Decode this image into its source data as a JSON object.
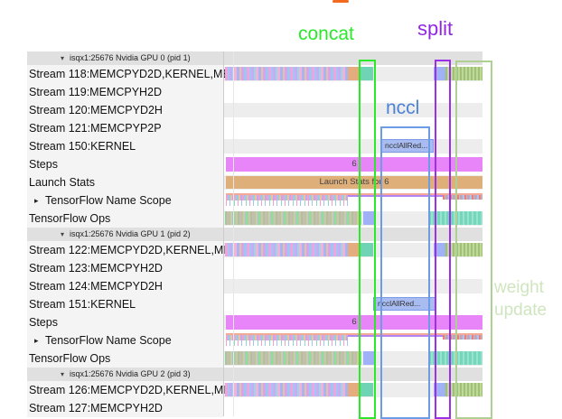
{
  "annotations": {
    "concat": {
      "label": "concat",
      "color": "#2be82b",
      "box_color": "#2be82b"
    },
    "split": {
      "label": "split",
      "color": "#9127e3",
      "box_color": "#9b30e8"
    },
    "nccl": {
      "label": "nccl",
      "color": "#4d82d6",
      "box_color": "#6d9ce6"
    },
    "weight_update": {
      "label": "weight update",
      "color": "#cfe5bf",
      "box_color": "#aed092"
    }
  },
  "icons": {
    "collapse": "▾",
    "expand": "▸"
  },
  "palette": {
    "steps_bar": "#e885f8",
    "launch_bar": "#dfaf7a",
    "nccl_event_fill": "#a8bcf2",
    "header_bg": "#e0e0e0"
  },
  "sections": [
    {
      "header": "isqx1:25676 Nvidia GPU 0 (pid 1)",
      "rows": [
        {
          "label": "Stream 118:MEMCPYD2D,KERNEL,ME",
          "type": "busy"
        },
        {
          "label": "Stream 119:MEMCPYH2D",
          "type": "empty"
        },
        {
          "label": "Stream 120:MEMCPYD2H",
          "type": "empty"
        },
        {
          "label": "Stream 121:MEMCPYP2P",
          "type": "empty"
        },
        {
          "label": "Stream 150:KERNEL",
          "type": "kernel",
          "bar_label": "ncclAllRed..."
        },
        {
          "label": "Steps",
          "type": "steps",
          "bar_label": "6"
        },
        {
          "label": "Launch Stats",
          "type": "launch",
          "bar_label": "Launch Stats for 6"
        },
        {
          "label": "TensorFlow Name Scope",
          "type": "namescope",
          "expandable": true
        },
        {
          "label": "TensorFlow Ops",
          "type": "ops"
        }
      ]
    },
    {
      "header": "isqx1:25676 Nvidia GPU 1 (pid 2)",
      "rows": [
        {
          "label": "Stream 122:MEMCPYD2D,KERNEL,MI",
          "type": "busy"
        },
        {
          "label": "Stream 123:MEMCPYH2D",
          "type": "empty"
        },
        {
          "label": "Stream 124:MEMCPYD2H",
          "type": "empty"
        },
        {
          "label": "Stream 151:KERNEL",
          "type": "kernel",
          "bar_label": "ncclAllRed..."
        },
        {
          "label": "Steps",
          "type": "steps",
          "bar_label": "6"
        },
        {
          "label": "TensorFlow Name Scope",
          "type": "namescope",
          "expandable": true
        },
        {
          "label": "TensorFlow Ops",
          "type": "ops"
        }
      ]
    },
    {
      "header": "isqx1:25676 Nvidia GPU 2 (pid 3)",
      "rows": [
        {
          "label": "Stream 126:MEMCPYD2D,KERNEL,MI",
          "type": "busy"
        },
        {
          "label": "Stream 127:MEMCPYH2D",
          "type": "empty"
        }
      ]
    }
  ]
}
